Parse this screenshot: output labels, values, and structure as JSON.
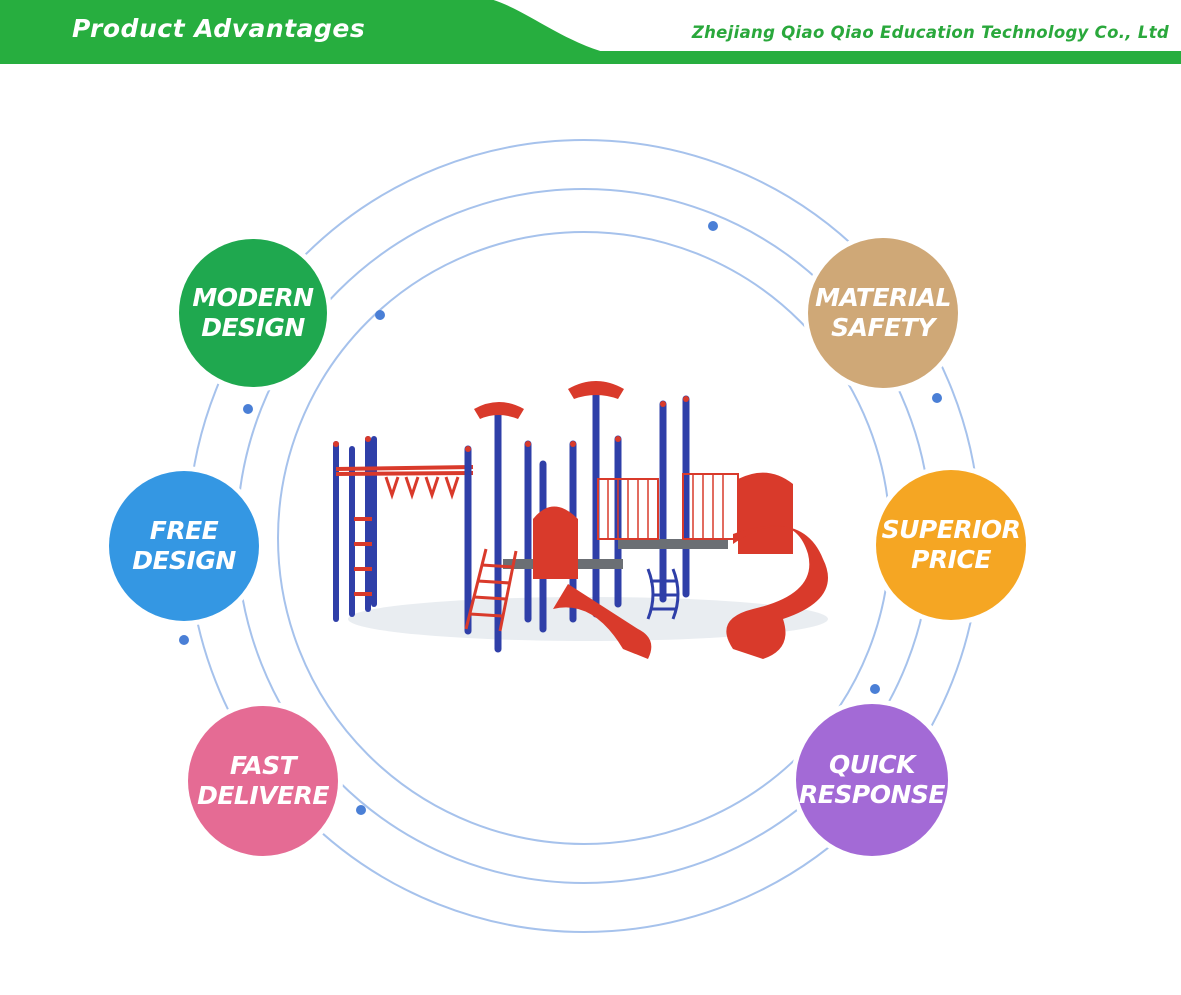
{
  "header": {
    "title": "Product Advantages",
    "company": "Zhejiang Qiao Qiao Education Technology Co., Ltd"
  },
  "colors": {
    "header_green": "#27ae3f",
    "company_text": "#2aa83c",
    "ring_line": "#a6c2ec",
    "node_dot": "#4a7fd6"
  },
  "advantages": [
    {
      "line1": "MODERN",
      "line2": "DESIGN",
      "color": "#1fa84f"
    },
    {
      "line1": "MATERIAL",
      "line2": "SAFETY",
      "color": "#cfa877"
    },
    {
      "line1": "FREE",
      "line2": "DESIGN",
      "color": "#3497e3"
    },
    {
      "line1": "SUPERIOR",
      "line2": "PRICE",
      "color": "#f5a623"
    },
    {
      "line1": "FAST",
      "line2": "DELIVERE",
      "color": "#e56b94"
    },
    {
      "line1": "QUICK",
      "line2": "RESPONSE",
      "color": "#a36ad6"
    }
  ],
  "center_image": {
    "icon": "playground-illustration"
  }
}
